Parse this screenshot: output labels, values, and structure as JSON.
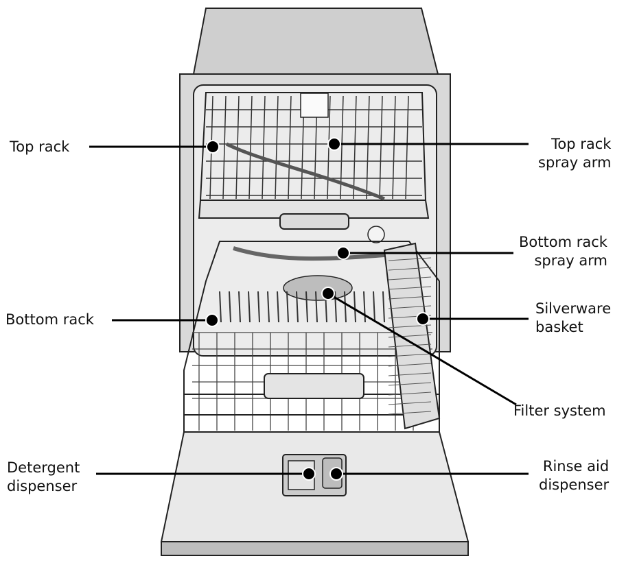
{
  "labels": {
    "top_rack": "Top rack",
    "top_rack_spray_arm": [
      "Top rack",
      "spray arm"
    ],
    "bottom_rack_spray_arm": [
      "Bottom rack",
      "spray arm"
    ],
    "bottom_rack": "Bottom rack",
    "silverware_basket": [
      "Silverware",
      "basket"
    ],
    "filter_system": "Filter system",
    "detergent_dispenser": [
      "Detergent",
      "dispenser"
    ],
    "rinse_aid_dispenser": [
      "Rinse aid",
      "dispenser"
    ]
  },
  "colors": {
    "outline": "#222222",
    "fill_light": "#e6e6e6",
    "fill_mid": "#cfcfcf",
    "fill_dark": "#a8a8a8",
    "leader": "#000000"
  }
}
